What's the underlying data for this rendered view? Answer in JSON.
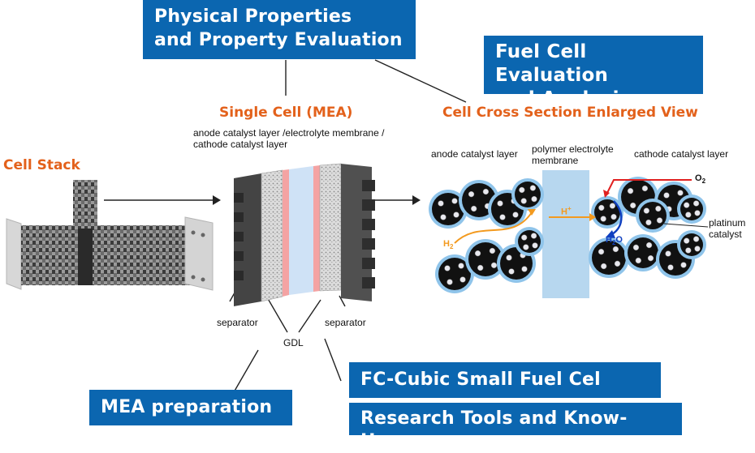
{
  "boxes": {
    "physical_line1": "Physical Properties",
    "physical_line2": "and Property Evaluation",
    "fuel_line1": "Fuel Cell Evaluation",
    "fuel_line2": "and Analysis",
    "mea_prep": "MEA preparation",
    "fc_cubic": "FC-Cubic Small Fuel Cel",
    "research": "Research Tools and Know-How"
  },
  "headings": {
    "single_cell": "Single Cell (MEA)",
    "cross_section": "Cell Cross Section Enlarged View",
    "cell_stack": "Cell Stack"
  },
  "labels": {
    "mea_desc_line1": "anode catalyst layer /electrolyte membrane /",
    "mea_desc_line2": "cathode catalyst layer",
    "separator_left": "separator",
    "separator_right": "separator",
    "gdl": "GDL",
    "anode_catalyst": "anode catalyst layer",
    "membrane_line1": "polymer electrolyte",
    "membrane_line2": "membrane",
    "cathode_catalyst": "cathode catalyst layer",
    "platinum_line1": "platinum",
    "platinum_line2": "catalyst",
    "h2": "H",
    "h2_sub": "2",
    "h_plus": "H",
    "h_plus_sup": "+",
    "o2": "O",
    "o2_sub": "2",
    "h2o": "H",
    "h2o_sub": "2",
    "h2o_o": "O"
  },
  "colors": {
    "box_blue": "#0b66b0",
    "heading_orange": "#e3611b",
    "membrane_blue": "#b7d7ef",
    "particle_ring": "#8fc4ea",
    "gdl_pink": "#f4a3a3"
  }
}
